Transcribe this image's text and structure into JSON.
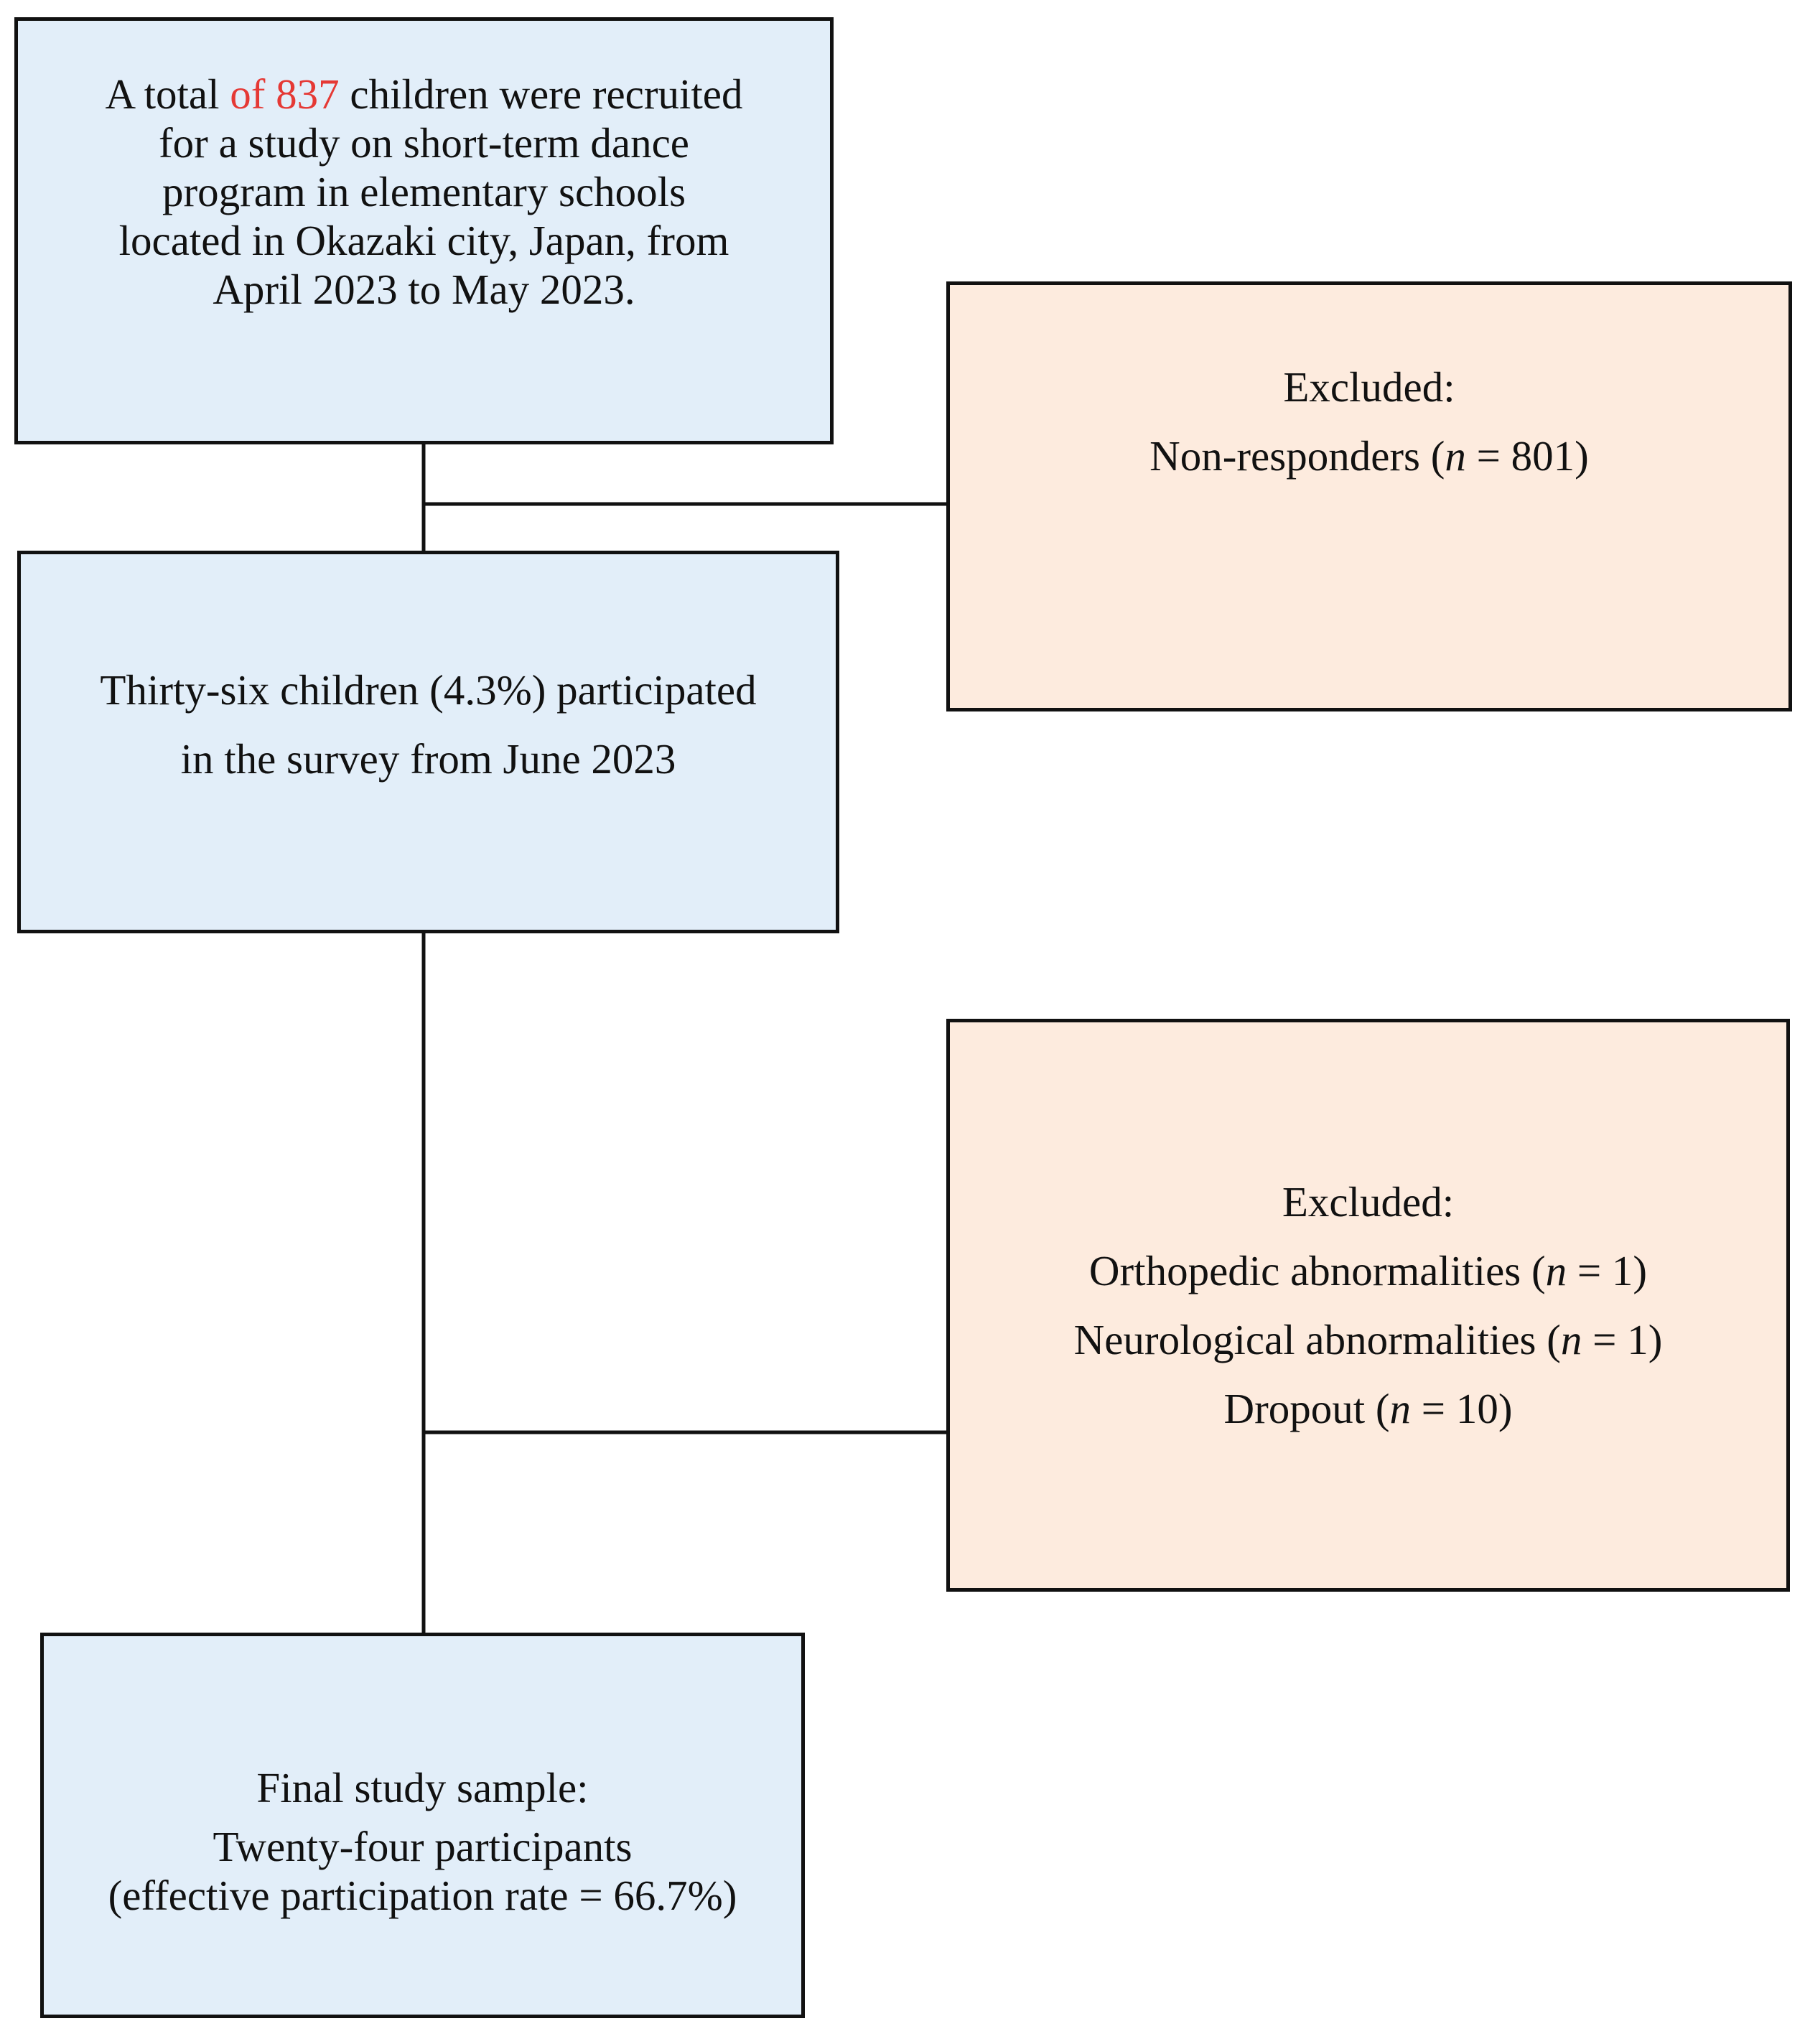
{
  "recruit": {
    "line1_pre": "A total ",
    "line1_red": "of 837",
    "line1_post": " children were recruited",
    "line2": "for a study on short-term dance",
    "line3": "program in elementary schools",
    "line4": "located in Okazaki city, Japan, from",
    "line5": "April 2023 to May 2023."
  },
  "nonresponders": {
    "title": "Excluded:",
    "item_pre": "Non-responders (",
    "n": "n",
    "item_post": " = 801)"
  },
  "participated": {
    "line1": "Thirty-six children (4.3%) participated",
    "line2": "in the survey from June 2023"
  },
  "excluded2": {
    "title": "Excluded:",
    "items": [
      {
        "pre": "Orthopedic abnormalities (",
        "n": "n",
        "post": " = 1)"
      },
      {
        "pre": "Neurological abnormalities (",
        "n": "n",
        "post": " = 1)"
      },
      {
        "pre": "Dropout (",
        "n": "n",
        "post": " = 10)"
      }
    ]
  },
  "final": {
    "title": "Final study sample:",
    "line1": "Twenty-four participants",
    "line2": "(effective participation rate = 66.7%)"
  },
  "colors": {
    "main_box": "#e2eef9",
    "excluded_box": "#fdebde",
    "highlight_text": "#e53935"
  }
}
